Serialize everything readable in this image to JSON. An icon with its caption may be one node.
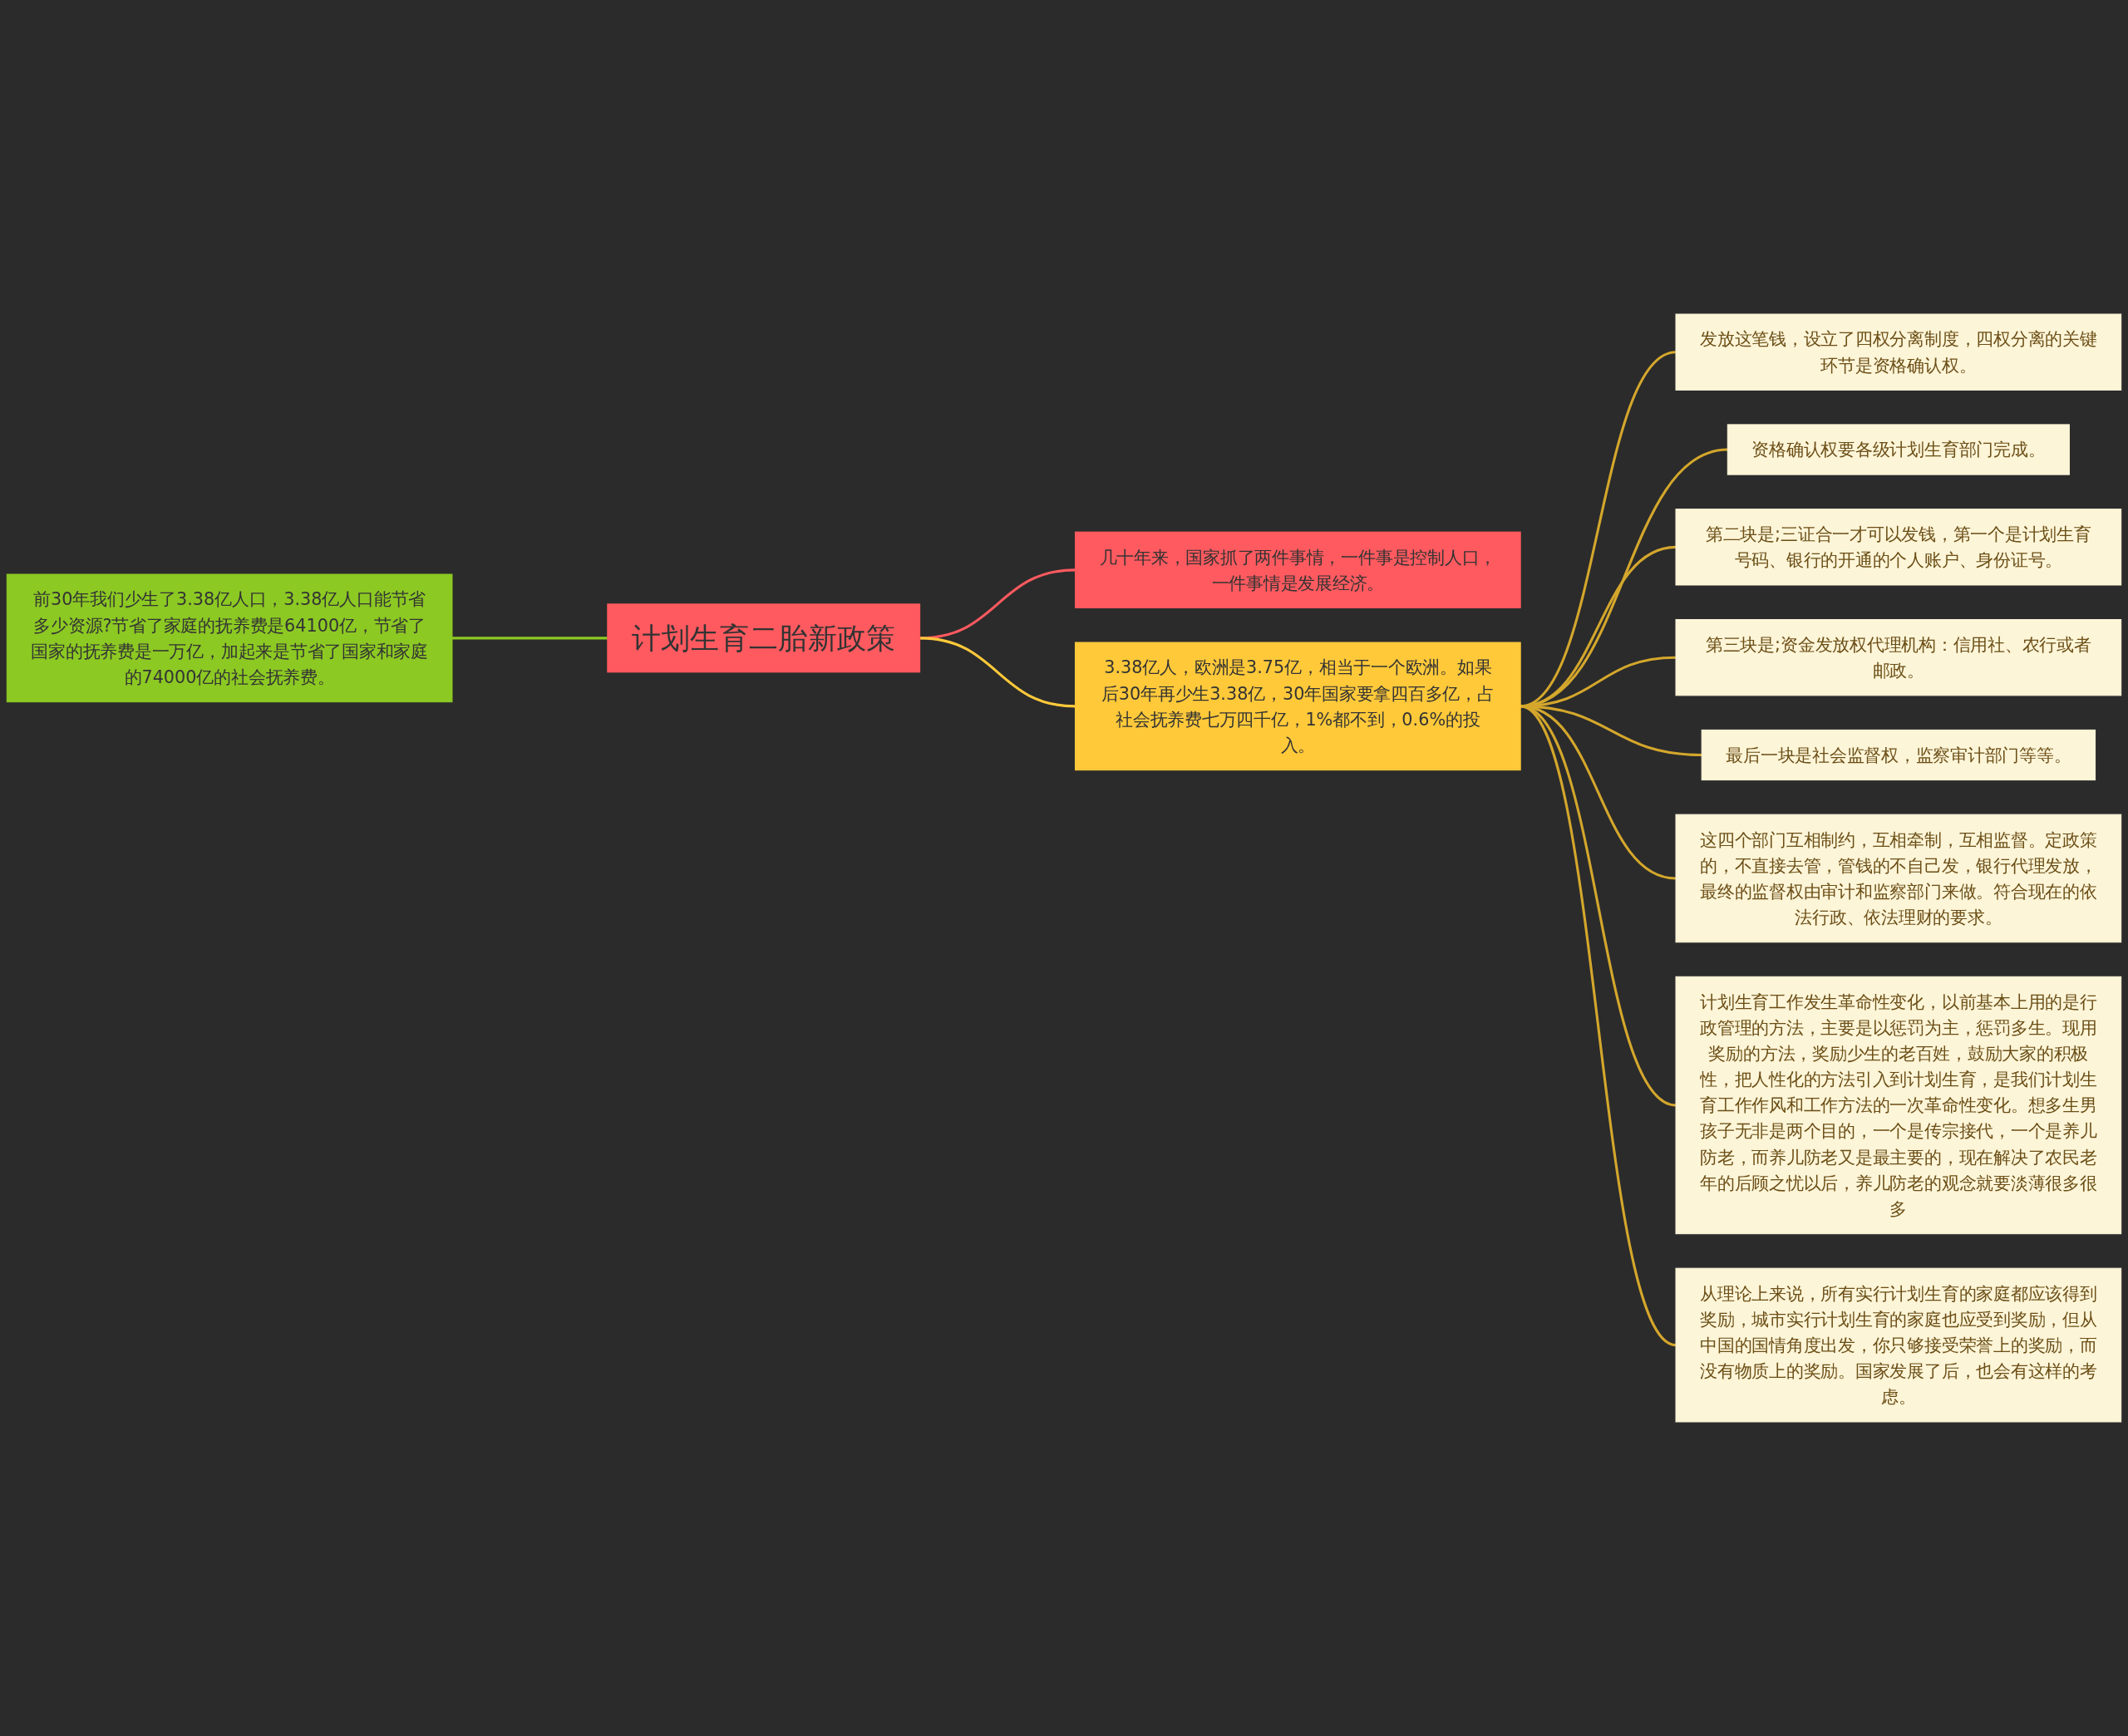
{
  "diagram": {
    "nodes": [
      {
        "text": [
          "前30年我们少生了3.38亿人口，3.38亿人口能节省多少资源?节省了家庭的抚养费是64100亿，节省了国家的抚养费是一万亿，加起来是节省了国家和家庭的74000亿的社会抚养费。"
        ]
      },
      {
        "text": [
          "计划生育二胎新政策"
        ]
      },
      {
        "text": [
          "几十年来，国家抓了两件事情，一件事是控制人口，一件事情是发展经济。"
        ]
      },
      {
        "text": [
          "3.38亿人，欧洲是3.75亿，相当于一个欧洲。如果后30年再少生3.38亿，30年国家要拿四百多亿，占社会抚养费七万四千亿，1%都不到，0.6%的投入。"
        ]
      },
      {
        "text": [
          "发放这笔钱，设立了四权分离制度，四权分离的关键环节是资格确认权。"
        ]
      },
      {
        "text": [
          "资格确认权要各级计划生育部门完成。"
        ]
      },
      {
        "text": [
          "第二块是;三证合一才可以发钱，第一个是计划生育号码、银行的开通的个人账户、身份证号。"
        ]
      },
      {
        "text": [
          "第三块是;资金发放权代理机构：信用社、农行或者邮政。"
        ]
      },
      {
        "text": [
          "最后一块是社会监督权，监察审计部门等等。"
        ]
      },
      {
        "text": [
          "这四个部门互相制约，互相牵制，互相监督。定政策的，不直接去管，管钱的不自己发，银行代理发放，最终的监督权由审计和监察部门来做。符合现在的依法行政、依法理财的要求。"
        ]
      },
      {
        "text": [
          "计划生育工作发生革命性变化，以前基本上用的是行政管理的方法，主要是以惩罚为主，惩罚多生。现用奖励的方法，奖励少生的老百姓，鼓励大家的积极性，把人性化的方法引入到计划生育，是我们计划生育工作作风和工作方法的一次革命性变化。想多生男孩子无非是两个目的，一个是传宗接代，一个是养儿防老，而养儿防老又是最主要的，现在解决了农民老年的后顾之忧以后，养儿防老的观念就要淡薄很多很多"
        ]
      },
      {
        "text": [
          "从理论上来说，所有实行计划生育的家庭都应该得到奖励，城市实行计划生育的家庭也应受到奖励，但从中国的国情角度出发，你只够接受荣誉上的奖励，而没有物质上的奖励。国家发展了后，也会有这样的考虑。"
        ]
      }
    ],
    "edges": [
      {
        "from": 0,
        "to": 1,
        "arrow": "none",
        "color": "#8cc923"
      },
      {
        "from": 1,
        "to": 2,
        "arrow": "none",
        "color": "#ff5a5f"
      },
      {
        "from": 1,
        "to": 3,
        "arrow": "none",
        "color": "#ffc93a"
      },
      {
        "from": 3,
        "to": 4,
        "arrow": "none"
      },
      {
        "from": 3,
        "to": 5,
        "arrow": "none"
      },
      {
        "from": 3,
        "to": 6,
        "arrow": "none"
      },
      {
        "from": 3,
        "to": 7,
        "arrow": "none"
      },
      {
        "from": 3,
        "to": 8,
        "arrow": "none"
      },
      {
        "from": 3,
        "to": 9,
        "arrow": "none"
      },
      {
        "from": 3,
        "to": 10,
        "arrow": "none"
      },
      {
        "from": 3,
        "to": 11,
        "arrow": "none"
      }
    ]
  }
}
